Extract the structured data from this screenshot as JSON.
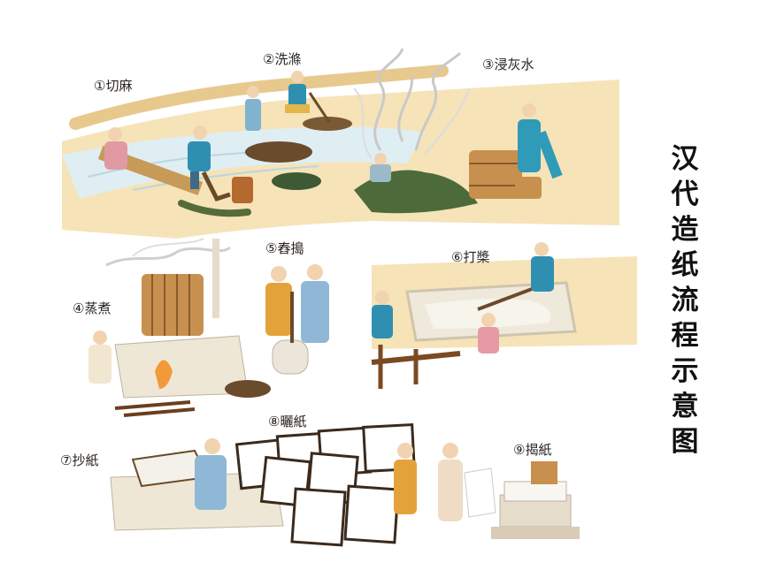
{
  "title_chars": [
    "汉",
    "代",
    "造",
    "纸",
    "流",
    "程",
    "示",
    "意",
    "图"
  ],
  "steps": [
    {
      "num": "①",
      "label": "切麻"
    },
    {
      "num": "②",
      "label": "洗滌"
    },
    {
      "num": "③",
      "label": "浸灰水"
    },
    {
      "num": "④",
      "label": "蒸煮"
    },
    {
      "num": "⑤",
      "label": "舂搗"
    },
    {
      "num": "⑥",
      "label": "打槳"
    },
    {
      "num": "⑦",
      "label": "抄紙"
    },
    {
      "num": "⑧",
      "label": "曬紙"
    },
    {
      "num": "⑨",
      "label": "揭紙"
    }
  ]
}
